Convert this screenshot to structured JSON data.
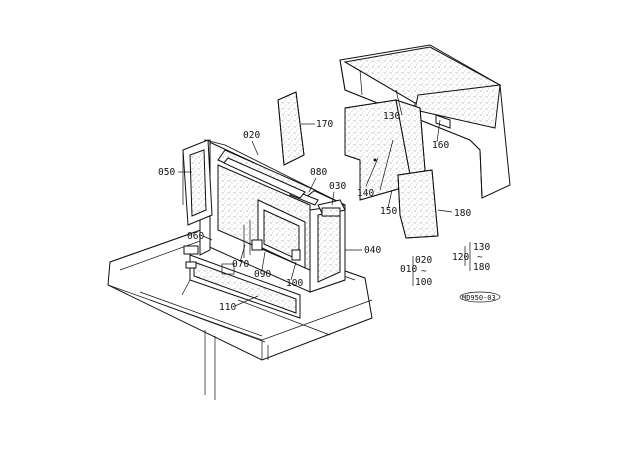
{
  "labels": {
    "p010": "010",
    "p020": "020",
    "p020b": "020",
    "p030": "030",
    "p040": "040",
    "p050": "050",
    "p060": "060",
    "p070": "070",
    "p080": "080",
    "p090": "090",
    "p100": "100",
    "p100b": "100",
    "p110": "110",
    "p120": "120",
    "p130": "130",
    "p130b": "130",
    "p140": "140",
    "p150": "150",
    "p160": "160",
    "p170": "170",
    "p180": "180",
    "p180b": "180",
    "tilde1": "~",
    "tilde2": "~",
    "code": "MD950-03"
  }
}
